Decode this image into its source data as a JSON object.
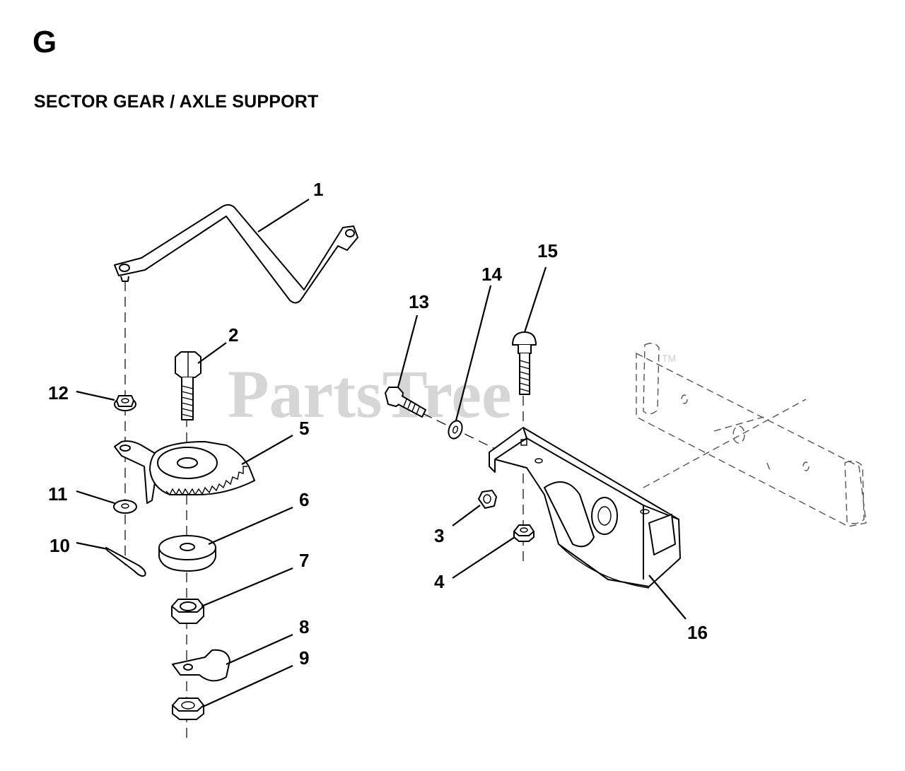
{
  "header": {
    "section_letter": "G",
    "title": "SECTOR GEAR / AXLE SUPPORT"
  },
  "watermark": {
    "text": "PartsTree",
    "trademark": "TM",
    "color": "#cfcfcf"
  },
  "callouts": [
    {
      "id": "1",
      "label": "1"
    },
    {
      "id": "2",
      "label": "2"
    },
    {
      "id": "3",
      "label": "3"
    },
    {
      "id": "4",
      "label": "4"
    },
    {
      "id": "5",
      "label": "5"
    },
    {
      "id": "6",
      "label": "6"
    },
    {
      "id": "7",
      "label": "7"
    },
    {
      "id": "8",
      "label": "8"
    },
    {
      "id": "9",
      "label": "9"
    },
    {
      "id": "10",
      "label": "10"
    },
    {
      "id": "11",
      "label": "11"
    },
    {
      "id": "12",
      "label": "12"
    },
    {
      "id": "13",
      "label": "13"
    },
    {
      "id": "14",
      "label": "14"
    },
    {
      "id": "15",
      "label": "15"
    },
    {
      "id": "16",
      "label": "16"
    }
  ]
}
